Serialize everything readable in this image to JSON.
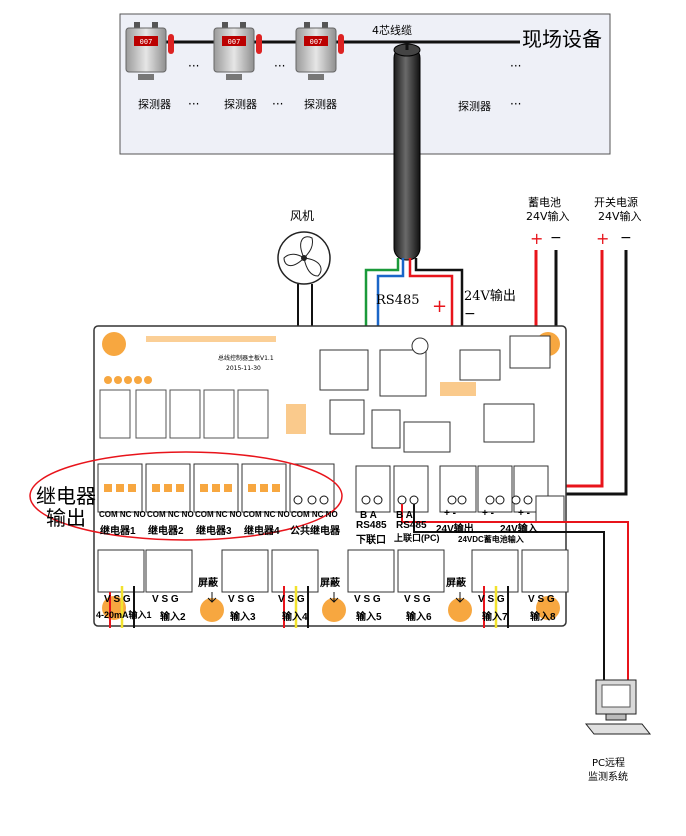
{
  "site": {
    "title": "现场设备",
    "cable_label": "4芯线缆",
    "detector_label": "探测器",
    "dots": "···",
    "device_display": "007"
  },
  "fan_label": "风机",
  "rs485_label": "RS485",
  "out24_label": "24V输出",
  "plus": "+",
  "minus": "−",
  "battery": {
    "line1": "蓄电池",
    "line2": "24V输入"
  },
  "psu": {
    "line1": "开关电源",
    "line2": "24V输入"
  },
  "relay_note": {
    "line1": "继电器",
    "line2": "输出"
  },
  "board": {
    "title": "总线控制器主板V1.1",
    "date": "2015-11-30",
    "com_nc_no": "COM NC NO",
    "relays": [
      "继电器1",
      "继电器2",
      "继电器3",
      "继电器4",
      "公共继电器"
    ],
    "rs485_down": {
      "ab": "B  A",
      "name": "RS485",
      "sub": "下联口"
    },
    "rs485_up": {
      "ab": "B  A",
      "name": "RS485",
      "sub": "上联口(PC)"
    },
    "out24": "24V输出",
    "in24": "24V输入",
    "battery_in": "24VDC蓄电池输入",
    "pm": "+ -",
    "vsg": "V S G",
    "inputs": [
      "4-20mA输入1",
      "输入2",
      "输入3",
      "输入4",
      "输入5",
      "输入6",
      "输入7",
      "输入8"
    ],
    "shield": "屏蔽"
  },
  "pc": {
    "line1": "PC远程",
    "line2": "监测系统"
  },
  "colors": {
    "red": "#e8141b",
    "black": "#111111",
    "blue": "#1a66c8",
    "green": "#1a9a3a",
    "yellow": "#f2e22c",
    "pcb_orange": "#f7a740",
    "site_bg": "#eef0f7"
  }
}
